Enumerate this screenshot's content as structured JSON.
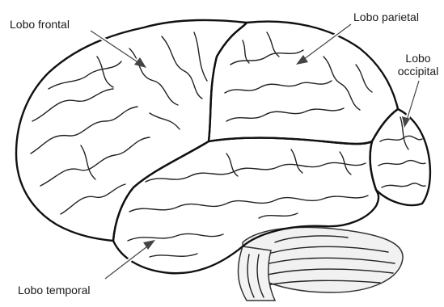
{
  "labels": {
    "frontal": "Lobo frontal",
    "parietal": "Lobo parietal",
    "occipital_line1": "Lobo",
    "occipital_line2": "occipital",
    "temporal": "Lobo temporal"
  },
  "colors": {
    "frontal": "#a8cde0",
    "parietal": "#f7f08a",
    "occipital": "#e98a9c",
    "temporal": "#aac087",
    "cerebellum": "#f1f1f1",
    "background": "#ffffff"
  }
}
